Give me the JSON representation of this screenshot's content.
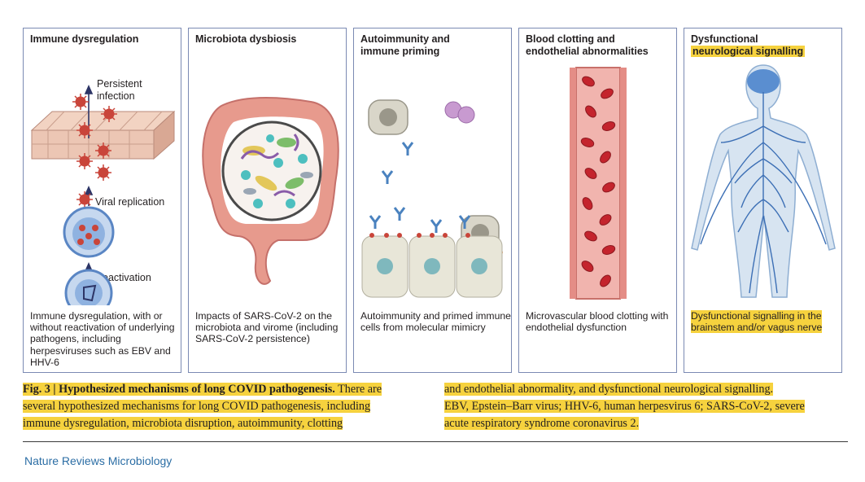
{
  "panels": [
    {
      "title": "Immune dysregulation",
      "labels": {
        "persistent": [
          "Persistent",
          "infection"
        ],
        "replication": "Viral replication",
        "reactivation": "Reactivation"
      },
      "desc": "Immune dysregulation, with or without reactivation of underlying pathogens, including herpesviruses such as EBV and HHV-6"
    },
    {
      "title": "Microbiota dysbiosis",
      "desc": "Impacts of SARS-CoV-2 on the microbiota and virome (including SARS-CoV-2 persistence)"
    },
    {
      "title_lines": [
        "Autoimmunity and",
        "immune priming"
      ],
      "desc": "Autoimmunity and primed immune cells from molecular mimicry"
    },
    {
      "title_lines": [
        "Blood clotting and",
        "endothelial abnormalities"
      ],
      "desc": "Microvascular blood clotting with endothelial dysfunction"
    },
    {
      "title_lines": [
        "Dysfunctional",
        "neurological signalling"
      ],
      "desc": "Dysfunctional signalling in the brainstem and/or vagus nerve"
    }
  ],
  "caption": {
    "fig_label": "Fig. 3 | Hypothesized mechanisms of long COVID pathogenesis.",
    "left_lines": [
      " There are",
      "several hypothesized mechanisms for long COVID pathogenesis, including",
      "immune dysregulation, microbiota disruption, autoimmunity, clotting"
    ],
    "right_lines": [
      "and endothelial abnormality, and dysfunctional neurological signalling.",
      "EBV, Epstein–Barr virus; HHV-6, human herpesvirus 6; SARS-CoV-2, severe",
      "acute respiratory syndrome coronavirus 2."
    ]
  },
  "journal": "Nature Reviews Microbiology",
  "colors": {
    "highlight": "#f6d23e",
    "panel_border": "#7b8ab3",
    "virus": "#c9453a",
    "journal": "#2c6ea5"
  }
}
